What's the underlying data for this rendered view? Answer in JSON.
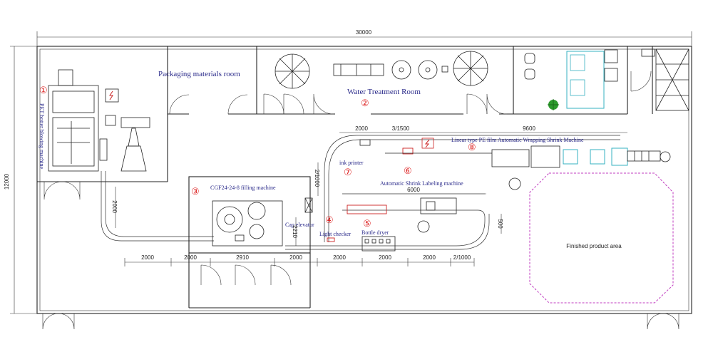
{
  "dimensions": {
    "total_width": "30000",
    "total_height": "12000",
    "d_2000_a": "2000",
    "d_2000_b": "2000",
    "d_2910": "2910",
    "d_2000_c": "2000",
    "d_2000_d": "2000",
    "d_2000_e": "2000",
    "d_2000_f": "2000",
    "d_2_1000_bottom": "2/1000",
    "d_2000_vertical": "2000",
    "d_2210": "2210",
    "d_2_1000_left": "2/1000",
    "d_2000_top": "2000",
    "d_3_1500": "3/1500",
    "d_9600": "9600",
    "d_6000": "6000",
    "d_500": "500"
  },
  "rooms": {
    "packaging": "Packaging materials room",
    "water": "Water Treatment Room",
    "finished": "Finished product area"
  },
  "machines": {
    "blower_num": "①",
    "blower": "PET botter blowing machine",
    "water_num": "②",
    "filling_num": "③",
    "filling": "CGF24-24-8 filling machine",
    "cap": "Cap elevator",
    "light_num": "④",
    "light": "Light checker",
    "dryer_num": "⑤",
    "dryer": "Bottle dryer",
    "labeling_num": "⑥",
    "labeling": "Automatic Shrink Labeling machine",
    "printer_num": "⑦",
    "printer": "ink printer",
    "wrap_num": "⑧",
    "wrap": "Linear type PE film Automatic Wrapping Shrink Machine"
  }
}
